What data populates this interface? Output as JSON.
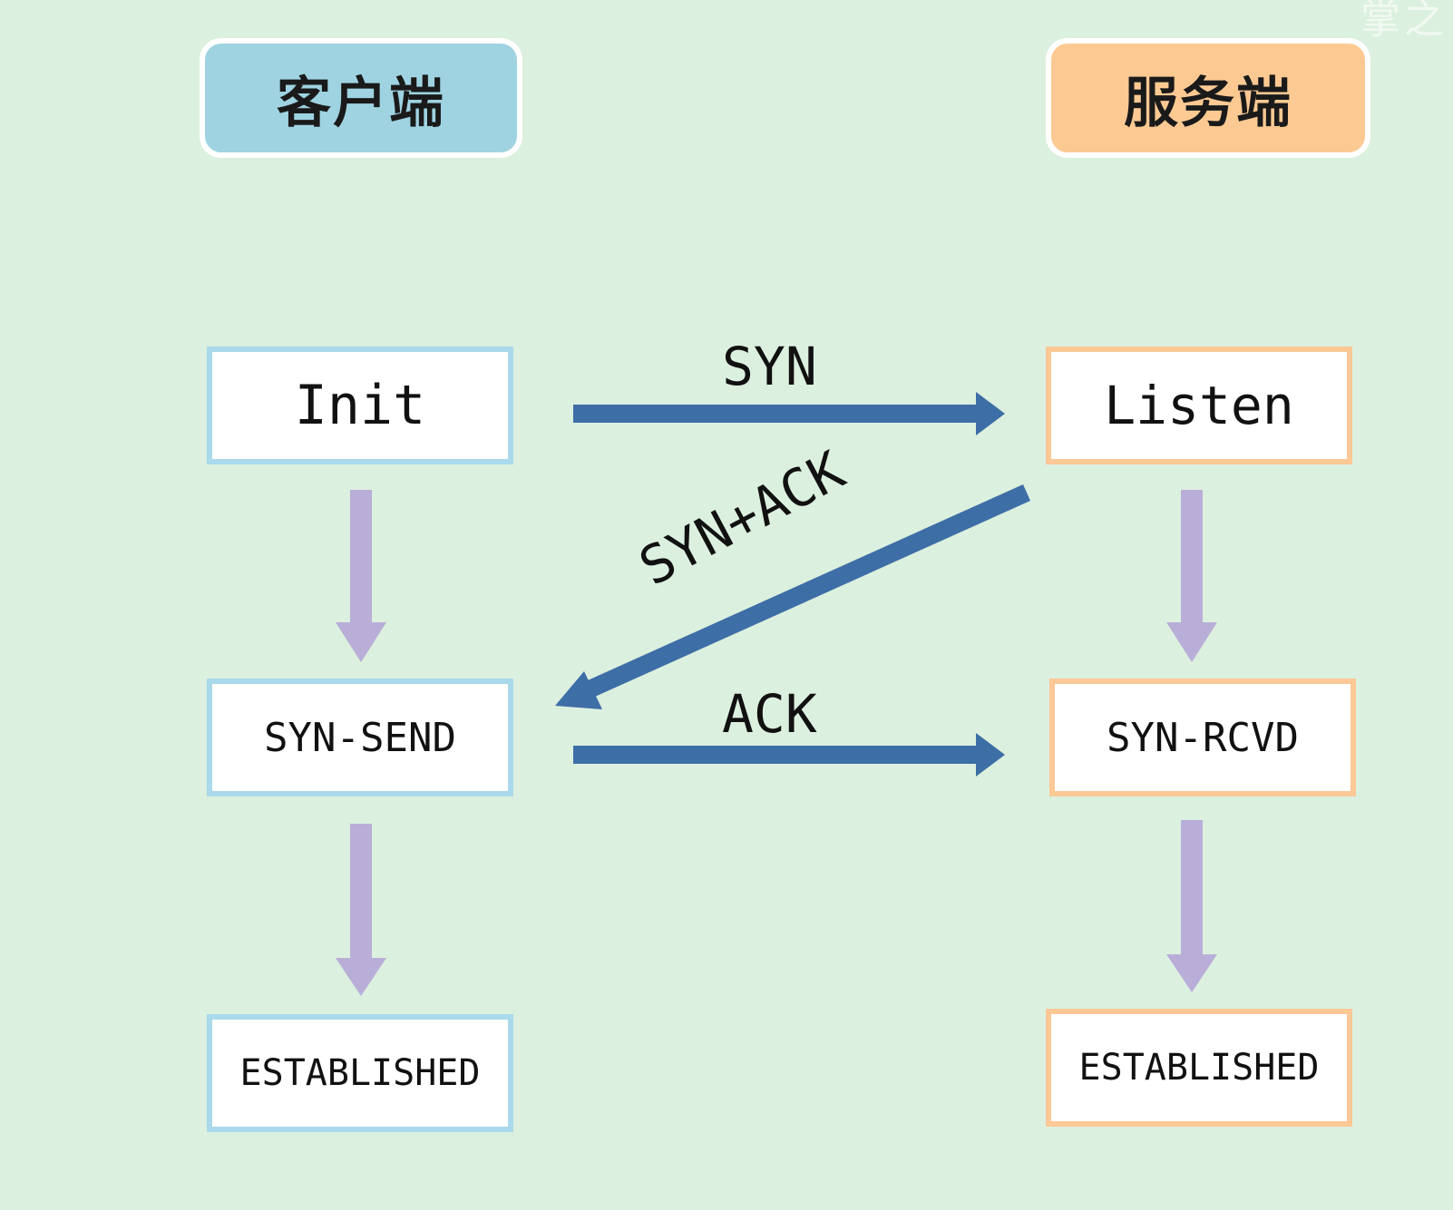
{
  "diagram": {
    "client": {
      "title": "客户端",
      "states": [
        "Init",
        "SYN-SEND",
        "ESTABLISHED"
      ]
    },
    "server": {
      "title": "服务端",
      "states": [
        "Listen",
        "SYN-RCVD",
        "ESTABLISHED"
      ]
    },
    "messages": [
      {
        "label": "SYN",
        "from": "client",
        "to": "server"
      },
      {
        "label": "SYN+ACK",
        "from": "server",
        "to": "client"
      },
      {
        "label": "ACK",
        "from": "client",
        "to": "server"
      }
    ]
  },
  "colors": {
    "background": "#dcf0df",
    "client_header": "#9fd3e2",
    "server_header": "#fcc993",
    "client_border": "#a9d9ea",
    "server_border": "#fbc896",
    "message_arrow": "#3e6ea6",
    "state_arrow": "#b9aed8"
  },
  "watermark": "掌之"
}
